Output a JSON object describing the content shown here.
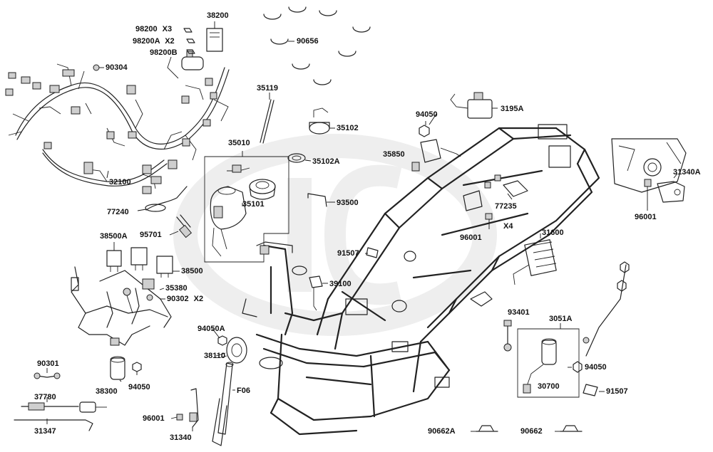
{
  "labels": {
    "p98200": "98200",
    "p98200_qty": "X3",
    "p98200A": "98200A",
    "p98200A_qty": "X2",
    "p98200B": "98200B",
    "p38200": "38200",
    "p90656": "90656",
    "p90304": "90304",
    "p35119": "35119",
    "p35102": "35102",
    "p35010": "35010",
    "p35102A": "35102A",
    "p35101": "35101",
    "p93500": "93500",
    "p32100": "32100",
    "p77240": "77240",
    "p95701": "95701",
    "p38500A": "38500A",
    "p38500": "38500",
    "p35380": "35380",
    "p90302": "90302",
    "p90302_qty": "X2",
    "p94050_top": "94050",
    "p3195A": "3195A",
    "p35850": "35850",
    "p77235": "77235",
    "p96001_mid": "96001",
    "pX4": "X4",
    "p91507_mid": "91507",
    "p39100": "39100",
    "p31600": "31600",
    "p31340A": "31340A",
    "p96001_right": "96001",
    "p93401": "93401",
    "p3051A": "3051A",
    "p94050_right": "94050",
    "p30700": "30700",
    "p91507_right": "91507",
    "p94050A": "94050A",
    "p38110": "38110",
    "pF06": "F06",
    "p96001_bottom": "96001",
    "p31340": "31340",
    "p90301": "90301",
    "p38300": "38300",
    "p94050_left": "94050",
    "p37780": "37780",
    "p31347": "31347",
    "p90662A": "90662A",
    "p90662": "90662"
  }
}
